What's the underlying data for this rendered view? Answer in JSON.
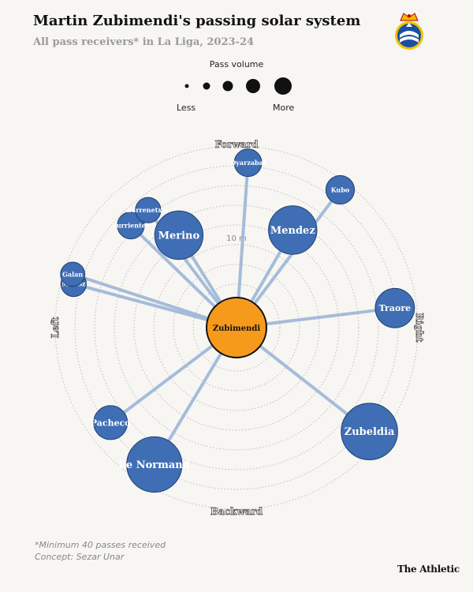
{
  "header": {
    "title": "Martin Zubimendi's passing solar system",
    "subtitle": "All pass receivers* in La Liga, 2023-24"
  },
  "legend": {
    "title": "Pass volume",
    "less_label": "Less",
    "more_label": "More"
  },
  "footer": {
    "note": "*Minimum 40 passes received",
    "concept": "Concept: Sezar Unar",
    "brand": "The Athletic"
  },
  "logo_icon": "real-sociedad-crest-icon",
  "colors": {
    "background": "#f7f6f2",
    "receiver": "#3f6eb4",
    "center": "#f59a1b",
    "link": "#9db6d8",
    "ring": "#b5b5b5"
  },
  "chart_data": {
    "type": "radial-network",
    "center": {
      "name": "Zubimendi"
    },
    "directions": {
      "top": "Forward",
      "bottom": "Backward",
      "left": "Left",
      "right": "Right"
    },
    "ring_label": "10 m",
    "ring_count": 8,
    "size_scale": "pass volume",
    "receivers": [
      {
        "name": "Oyarzabal",
        "angle_deg": 4,
        "distance": 0.91,
        "volume": 0.16
      },
      {
        "name": "Kubo",
        "angle_deg": 37,
        "distance": 0.95,
        "volume": 0.18
      },
      {
        "name": "Mendez",
        "angle_deg": 30,
        "distance": 0.62,
        "volume": 0.55
      },
      {
        "name": "Traore",
        "angle_deg": 83,
        "distance": 0.88,
        "volume": 0.38
      },
      {
        "name": "Zubeldia",
        "angle_deg": 128,
        "distance": 0.93,
        "volume": 0.7
      },
      {
        "name": "Le Normand",
        "angle_deg": 211,
        "distance": 0.88,
        "volume": 0.68
      },
      {
        "name": "Pacheco",
        "angle_deg": 233,
        "distance": 0.87,
        "volume": 0.28
      },
      {
        "name": "Galan",
        "angle_deg": 288,
        "distance": 0.95,
        "volume": 0.1
      },
      {
        "name": "Munoz",
        "angle_deg": 285,
        "distance": 0.93,
        "volume": 0.12
      },
      {
        "name": "Merino",
        "angle_deg": 328,
        "distance": 0.6,
        "volume": 0.55
      },
      {
        "name": "Barrenetxea",
        "angle_deg": 323,
        "distance": 0.81,
        "volume": 0.12
      },
      {
        "name": "Turrientes",
        "angle_deg": 314,
        "distance": 0.81,
        "volume": 0.15
      }
    ]
  }
}
